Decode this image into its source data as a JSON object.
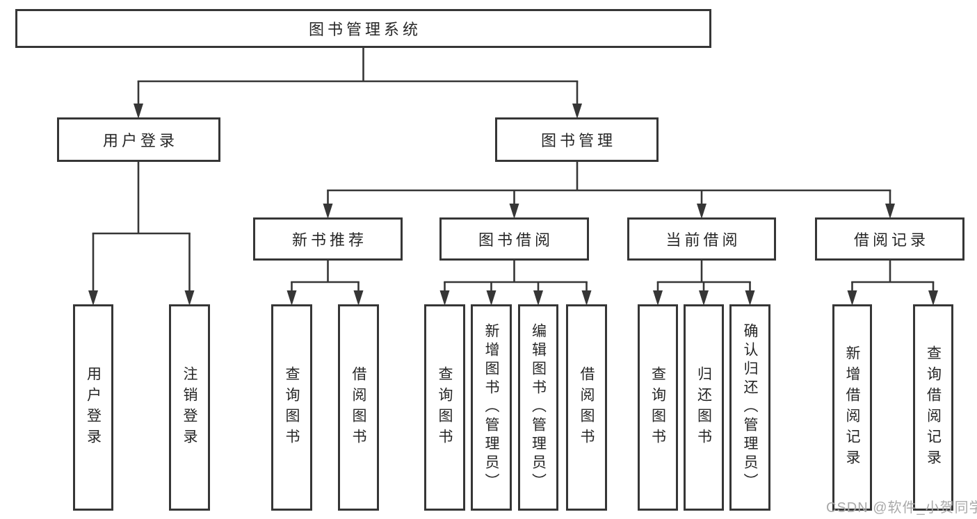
{
  "diagram": {
    "title_node": "图书管理系统",
    "level2": {
      "user_login": "用户登录",
      "book_management": "图书管理"
    },
    "level3": {
      "new_book_recommend": "新书推荐",
      "book_borrowing": "图书借阅",
      "current_borrowing": "当前借阅",
      "borrowing_records": "借阅记录"
    },
    "leaves": {
      "user_login": "用户登录",
      "logout": "注销登录",
      "newbooks_query_books": "查询图书",
      "newbooks_borrow_books": "借阅图书",
      "borrowing_query_books": "查询图书",
      "borrowing_add_books_admin": "新增图书（管理员）",
      "borrowing_edit_books_admin": "编辑图书（管理员）",
      "borrowing_borrow_books": "借阅图书",
      "current_query_books": "查询图书",
      "current_return_books": "归还图书",
      "current_confirm_return_admin": "确认归还（管理员）",
      "records_add_record": "新增借阅记录",
      "records_query_record": "查询借阅记录"
    }
  },
  "watermark": "CSDN @软件_小贺同学",
  "colors": {
    "line": "#363636",
    "text": "#262626",
    "watermark": "#a9a9a9",
    "background": "#ffffff"
  }
}
